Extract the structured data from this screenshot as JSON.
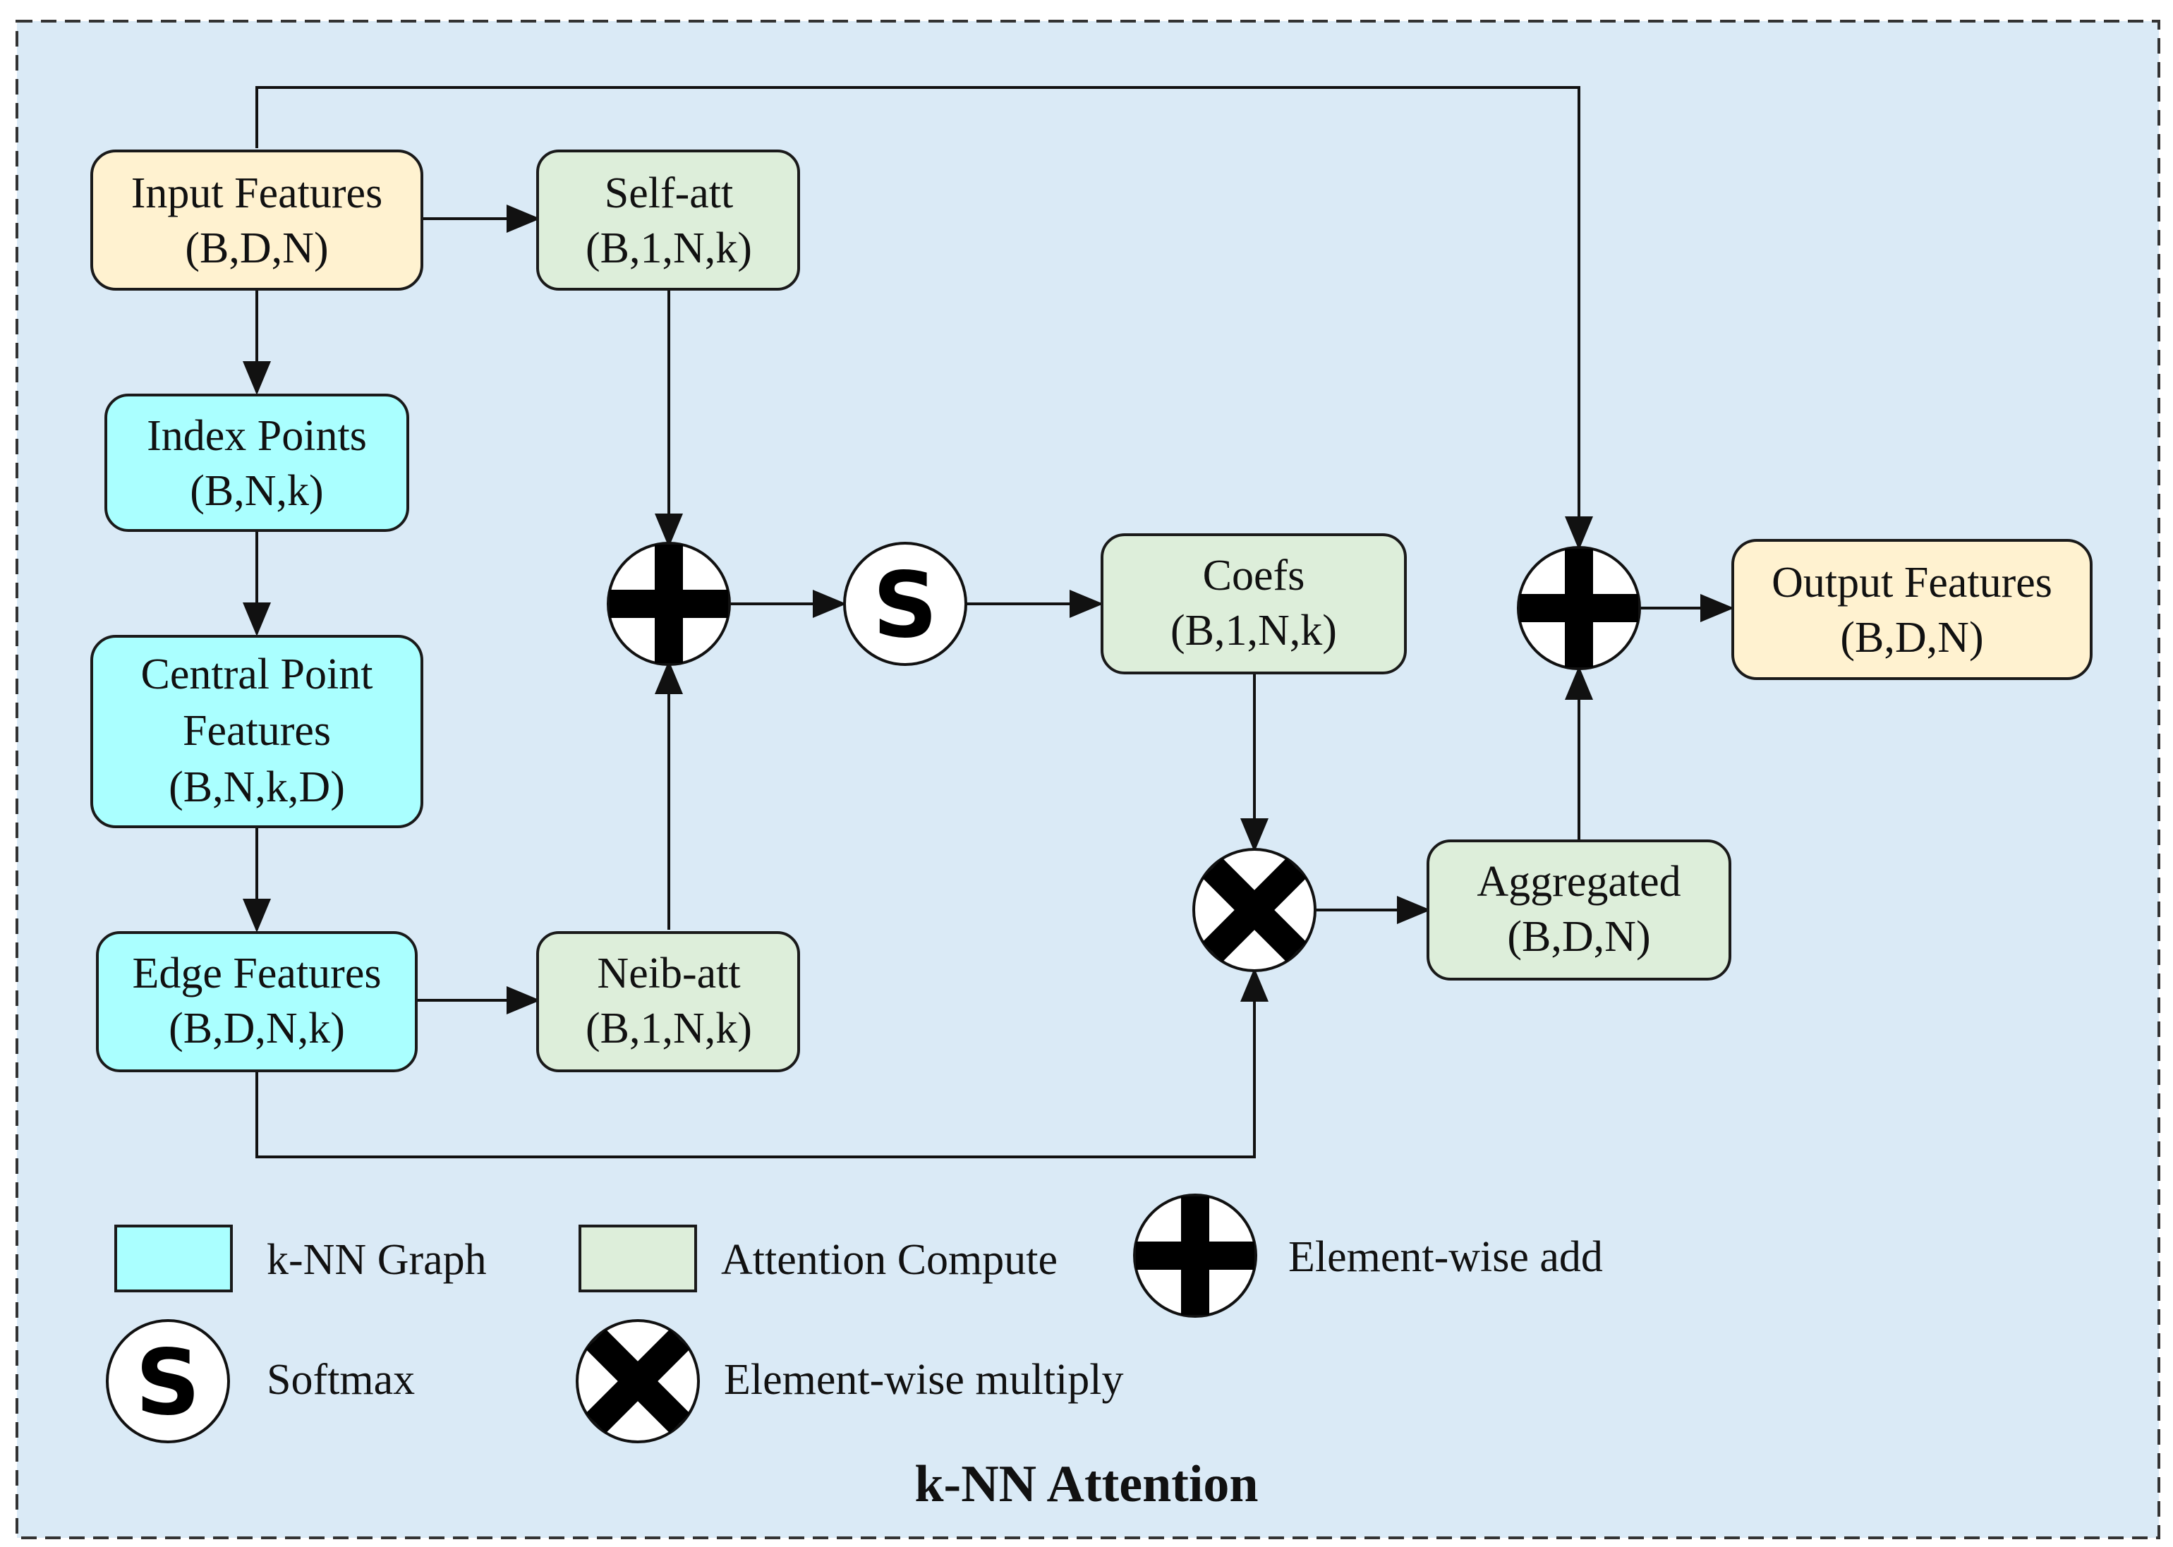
{
  "title": "k-NN Attention",
  "colors": {
    "background": "#daeaf6",
    "knn_graph_fill": "#aaffff",
    "attention_fill": "#ddeeda",
    "io_fill": "#fff2d0"
  },
  "nodes": {
    "input_features": {
      "line1": "Input Features",
      "line2": "(B,D,N)"
    },
    "self_att": {
      "line1": "Self-att",
      "line2": "(B,1,N,k)"
    },
    "index_points": {
      "line1": "Index Points",
      "line2": "(B,N,k)"
    },
    "central_point_features": {
      "line1": "Central Point",
      "line2": "Features",
      "line3": "(B,N,k,D)"
    },
    "edge_features": {
      "line1": "Edge Features",
      "line2": "(B,D,N,k)"
    },
    "neib_att": {
      "line1": "Neib-att",
      "line2": "(B,1,N,k)"
    },
    "coefs": {
      "line1": "Coefs",
      "line2": "(B,1,N,k)"
    },
    "aggregated": {
      "line1": "Aggregated",
      "line2": "(B,D,N)"
    },
    "output_features": {
      "line1": "Output Features",
      "line2": "(B,D,N)"
    }
  },
  "operators": {
    "add_attention": {
      "symbol": "plus-icon"
    },
    "softmax": {
      "symbol": "softmax-icon",
      "glyph": "S"
    },
    "multiply": {
      "symbol": "times-icon"
    },
    "add_output": {
      "symbol": "plus-icon"
    }
  },
  "legend": {
    "knn_graph": "k-NN Graph",
    "attention_compute": "Attention Compute",
    "element_wise_add": "Element-wise add",
    "softmax": "Softmax",
    "element_wise_multiply": "Element-wise multiply"
  }
}
